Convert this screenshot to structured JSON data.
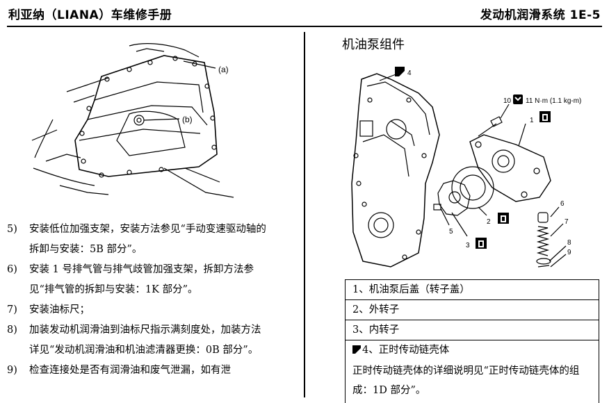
{
  "header": {
    "left_title": "利亚纳（LIANA）车维修手册",
    "right_title": "发动机润滑系统 1E-5"
  },
  "left_figure": {
    "label_a": "(a)",
    "label_b": "(b)"
  },
  "steps": [
    {
      "num": "5)",
      "text": "安装低位加强支架，安装方法参见“手动变速驱动轴的拆卸与安装：5B 部分”。"
    },
    {
      "num": "6)",
      "text": "安装 1 号排气管与排气歧管加强支架，拆卸方法参见“排气管的拆卸与安装：1K 部分”。"
    },
    {
      "num": "7)",
      "text": "安装油标尺；"
    },
    {
      "num": "8)",
      "text": "加装发动机润滑油到油标尺指示满刻度处，加装方法详见“发动机润滑油和机油滤清器更换：0B 部分”。"
    },
    {
      "num": "9)",
      "text": "检查连接处是否有润滑油和废气泄漏，如有泄"
    }
  ],
  "section_title": "机油泵组件",
  "right_figure": {
    "callouts": [
      "1",
      "2",
      "3",
      "4",
      "5",
      "6",
      "7",
      "8",
      "9",
      "10"
    ],
    "torque": "11 N·m (1.1 kg-m)"
  },
  "parts": [
    "1、机油泵后盖（转子盖）",
    "2、外转子",
    "3、内转子",
    "4、正时传动链壳体"
  ],
  "parts_note": "正时传动链壳体的详细说明见“正时传动链壳体的组成：1D 部分”。",
  "icons": {
    "seal": "sealant-icon",
    "oil": "oil-can-icon",
    "torque": "torque-wrench-icon"
  }
}
